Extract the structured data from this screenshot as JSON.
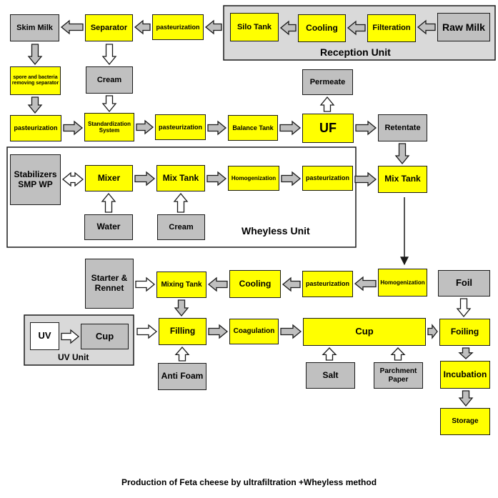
{
  "regions": {
    "reception": "Reception Unit",
    "wheyless": "Wheyless Unit",
    "uv": "UV Unit"
  },
  "nodes": {
    "raw_milk": "Raw Milk",
    "filteration": "Filteration",
    "cooling1": "Cooling",
    "silo_tank": "Silo Tank",
    "pasteurization1": "pasteurization",
    "separator": "Separator",
    "skim_milk": "Skim Milk",
    "spore_sep": "spore and bacteria removing separator",
    "cream1": "Cream",
    "pasteurization2": "pasteurization",
    "standardization": "Standardization System",
    "pasteurization3": "pasteurization",
    "balance_tank": "Balance Tank",
    "uf": "UF",
    "permeate": "Permeate",
    "retentate": "Retentate",
    "stabilizers": "Stabilizers SMP WP",
    "mixer": "Mixer",
    "mix_tank1": "Mix Tank",
    "homogenization1": "Homogenization",
    "pasteurization4": "pasteurization",
    "mix_tank2": "Mix Tank",
    "water": "Water",
    "cream2": "Cream",
    "starter": "Starter & Rennet",
    "mixing_tank": "Mixing Tank",
    "cooling2": "Cooling",
    "pasteurization5": "pasteurization",
    "homogenization2": "Homogenization",
    "foil": "Foil",
    "uv": "UV",
    "cup_uv": "Cup",
    "filling": "Filling",
    "coagulation": "Coagulation",
    "cup_main": "Cup",
    "foiling": "Foiling",
    "anti_foam": "Anti Foam",
    "salt": "Salt",
    "parchment": "Parchment Paper",
    "incubation": "Incubation",
    "storage": "Storage"
  },
  "caption": "Production of Feta cheese by ultrafiltration +Wheyless method",
  "colors": {
    "process": "#ffff00",
    "input": "#c0c0c0",
    "region_fill": "#d9d9d9",
    "arrow_fill": "#bfbfbf",
    "outline": "#1a1a1a"
  }
}
